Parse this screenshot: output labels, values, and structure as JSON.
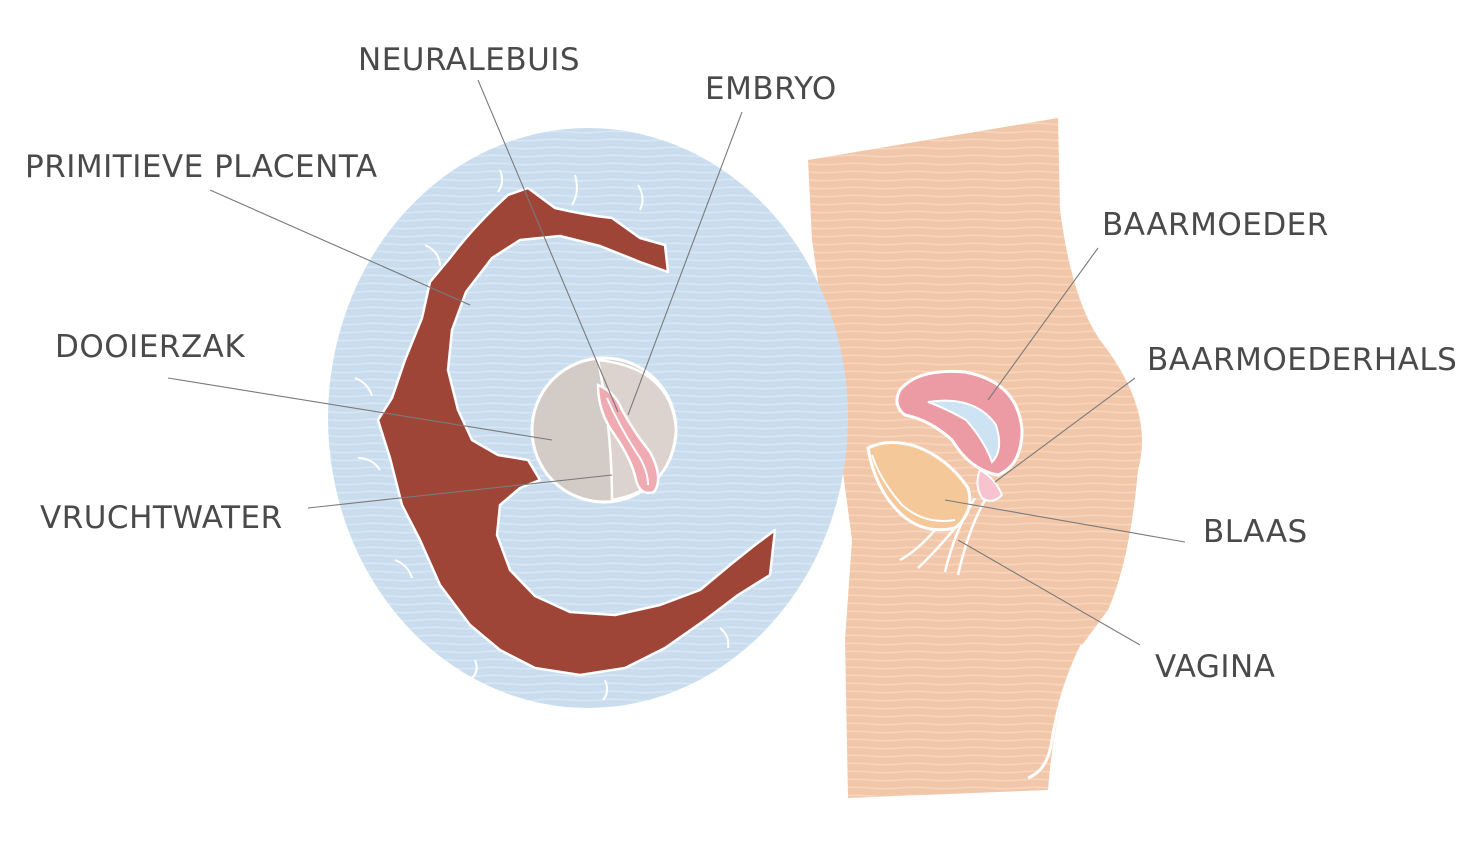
{
  "labels": {
    "neuralebuis": "NEURALEBUIS",
    "embryo": "EMBRYO",
    "primitieve_placenta": "PRIMITIEVE PLACENTA",
    "dooierzak": "DOOIERZAK",
    "vruchtwater": "VRUCHTWATER",
    "baarmoeder": "BAARMOEDER",
    "baarmoederhals": "BAARMOEDERHALS",
    "blaas": "BLAAS",
    "vagina": "VAGINA"
  },
  "colors": {
    "amniotic_fluid": "#c9ddee",
    "placenta": "#9e4537",
    "yolk_sac": "#cdc4c0",
    "embryo": "#f0aab2",
    "body": "#f2c7a9",
    "uterus": "#ec9aa3",
    "bladder": "#f5c89a",
    "outline": "#ffffff",
    "leader_line": "#7a7a7a",
    "label_text": "#4a4a4a"
  }
}
